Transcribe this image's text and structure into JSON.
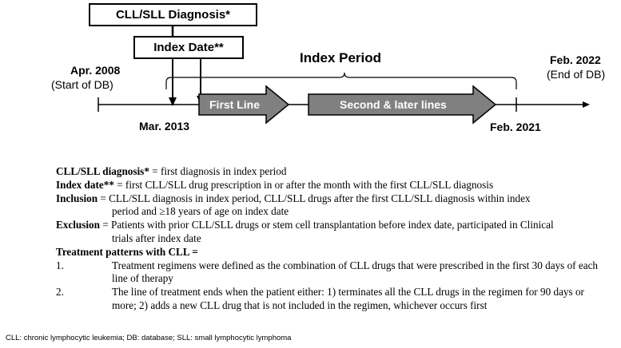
{
  "diagnosis_box": "CLL/SLL Diagnosis*",
  "index_box": "Index Date**",
  "index_period": "Index Period",
  "start_date": "Apr. 2008",
  "start_sub": "(Start of DB)",
  "end_date": "Feb. 2022",
  "end_sub": "(End of DB)",
  "mar2013": "Mar. 2013",
  "feb2021": "Feb. 2021",
  "first_line": "First Line",
  "second_line": "Second & later lines",
  "notes": {
    "dx_term": "CLL/SLL diagnosis*",
    "dx_text": " = first diagnosis in index period",
    "idx_term": "Index date**",
    "idx_text": " = first CLL/SLL drug prescription in or after the month with the first CLL/SLL diagnosis",
    "inc_term": "Inclusion",
    "inc_text": " = CLL/SLL diagnosis in index period, CLL/SLL drugs after the first CLL/SLL diagnosis within index",
    "inc_text2": "period and ≥18 years of age on index date",
    "exc_term": "Exclusion",
    "exc_text": " = Patients with prior CLL/SLL drugs or stem cell transplantation before index date, participated in Clinical",
    "exc_text2": "trials after index date",
    "tp_term": "Treatment patterns with CLL",
    "tp_eq": " =",
    "item1_num": "1.",
    "item1_text": "Treatment regimens were defined as the combination of CLL drugs that were prescribed in the first 30 days of each line of therapy",
    "item2_num": "2.",
    "item2_text": "The line of treatment ends when the patient either: 1) terminates all the CLL drugs in the regimen for 90 days or more; 2) adds a new CLL drug that is not included in the regimen, whichever occurs first"
  },
  "footnote": "CLL: chronic lymphocytic leukemia; DB: database; SLL: small lymphocytic lymphoma",
  "colors": {
    "arrow_fill": "#808080",
    "line": "#000000"
  }
}
